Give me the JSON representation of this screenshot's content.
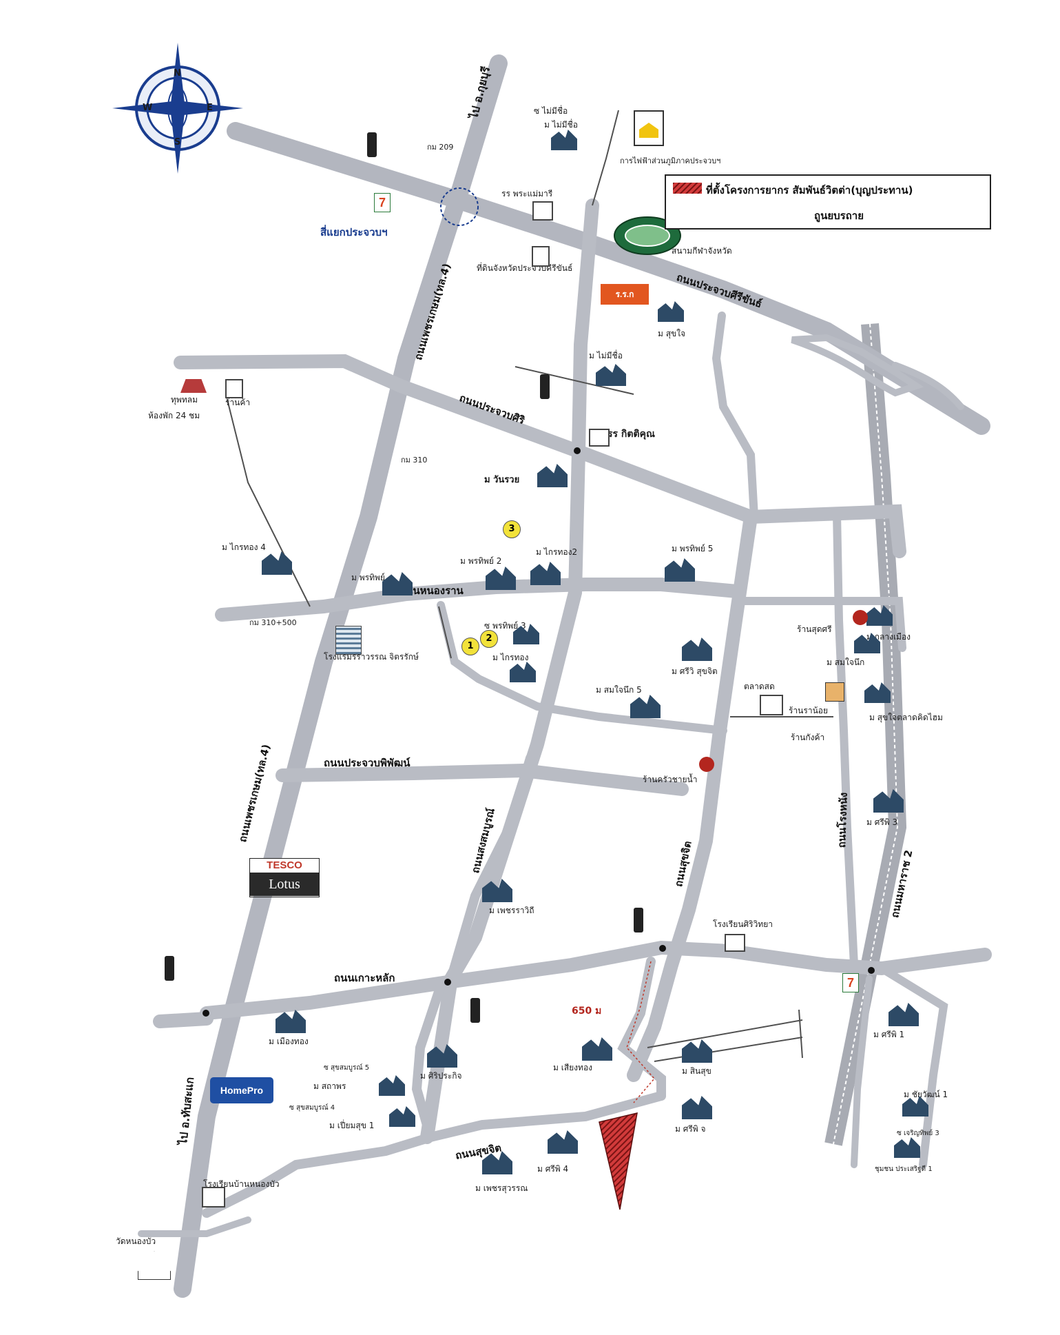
{
  "legend": {
    "project_label": "ที่ตั้งโครงการยากร สัมพันธ์วิตต่า(บุญประทาน)",
    "distance_label": "ถูนยบรถาย"
  },
  "compass": {
    "n": "N",
    "s": "S",
    "e": "E",
    "w": "W"
  },
  "directions": {
    "to_north": "ไป อ.กุยบุรี",
    "to_south": "ไป อ.ทับสะแก"
  },
  "intersection": "สี่แยกประจวบฯ",
  "roads": {
    "petchkasem_top": "ถนนเพชรเกษม(ทล.4)",
    "petchkasem_bottom": "ถนนเพชรเกษม(ทล.4)",
    "prachuap_khiri_khan": "ถนนประจวบศีรีขันธ์",
    "prachuap_siri": "ถนนประจวบศิริ",
    "nong_khan": "ถนนหนองราน",
    "prachuap_phiphat": "ถนนประจวบพิพัฒน์",
    "songkhla": "ถนนสงสมบูรณ์",
    "suksit": "ถนนสุขจิต",
    "ko_lak": "ถนนเกาะหลัก",
    "suksit_south": "ถนนสุขจิต",
    "rail_road": "ถนนโรงหนัง",
    "phahonyothin": "ถนนมหาราช 2"
  },
  "km_markers": {
    "km209": "กม 209",
    "km310": "กม 310",
    "km310_500": "กม 310+500"
  },
  "distance_marker": "650 ม",
  "places": {
    "electricity": "การไฟฟ้าส่วนภูมิภาคประจวบฯ",
    "maimisi_top": "ซ ไม่มีชื่อ",
    "maimisi_top2": "ม ไม่มีชื่อ",
    "school_phramae": "รร พระแม่มารี",
    "provincial_office": "ที่ดินจังหวัดประจวบคีรีขันธ์",
    "stadium": "สนามกีฬาจังหวัด",
    "mu_sukjai": "ม สุขใจ",
    "mu_maimisi": "ม ไม่มีชื่อ",
    "school_kitkhun": "รร กิตติคุณ",
    "mu_wanruay": "ม วันรวย",
    "tukdin": "ทุพทลม",
    "hong_pak": "ห้องพัก 24 ชม",
    "shop_top": "ร้านค้า",
    "mu_krothong4": "ม ไกรทอง 4",
    "mu_pornthip": "ม พรทิพย์",
    "mu_pornthip2": "ม พรทิพย์ 2",
    "mu_krothong2": "ม ไกรทอง2",
    "mu_pornthip5": "ม พรทิพย์ 5",
    "mu_pornthip3": "ซ พรทิพย์ 3",
    "mu_krothong": "ม ไกรทอง",
    "hotel_jittarak": "โรงแรมรราวรรณ จิตรรักษ์",
    "mu_sriwi_sukjit": "ม ศรีวิ สุขจิต",
    "mu_somjaineuk5": "ม สมใจนึก 5",
    "shop_sutsri": "ร้านสุดศรี",
    "mu_somjaineuk": "ม สมใจนึก",
    "mu_klangmuang": "ม กลางเมือง",
    "talad_sod": "ตลาดสด",
    "shop_noy": "ร้านราน้อย",
    "shop_kham": "ร้านกังค้า",
    "mu_sukjai_talad": "ม สุขใจตลาดคิดไฮม",
    "shop_krua": "ร้านครัวชายน้ำ",
    "mu_srisi3": "ม ศรีพิ 3",
    "mu_phet_rodchai": "ม เพชรราวิถี",
    "school_siriwittaya": "โรงเรียนศิริวิทยา",
    "mu_muangthong": "ม เมืองทอง",
    "mu_sri1": "ม ศรีพิ 1",
    "mu_sukhumboon5": "ซ สุขสมบูรณ์ 5",
    "mu_sathaporn": "ม สถาพร",
    "mu_sukhumboon4": "ซ สุขสมบูรณ์ 4",
    "mu_chiangsuk": "ม เปี่ยมสุข 1",
    "mu_siriprakit": "ม ศิริประกิจ",
    "mu_siangthong": "ม เสียงทอง",
    "mu_sin_suk": "ม สินสุข",
    "mu_srisi_j": "ม ศรีพิ จ",
    "mu_chuwongchai1": "ม ชัยวัฒน์ 1",
    "mu_pornthip_j": "ซ เจริญทิพย์ 3",
    "mu_petchsuwan": "ม เพชรสุวรรณ",
    "mu_srisi4": "ม ศรีพิ 4",
    "mu_sap_prachadee": "ชุมชน ประเสริฐดี 1",
    "school_nongbua": "โรงเรียนบ้านหนองบัว",
    "wat_nongbua": "วัดหนองบัว"
  },
  "numbered_markers": [
    "1",
    "2",
    "3"
  ],
  "brands": {
    "tesco_top": "TESCO",
    "tesco_bottom": "Lotus",
    "homepro": "HomePro",
    "seven": "7",
    "big_c": "ร.ร.ก"
  },
  "colors": {
    "road": "#b9bcc4",
    "project": "#c62b2b",
    "legend_border": "#222222",
    "marker_yellow": "#f2e23a",
    "traffic_light": "#c0392b"
  }
}
